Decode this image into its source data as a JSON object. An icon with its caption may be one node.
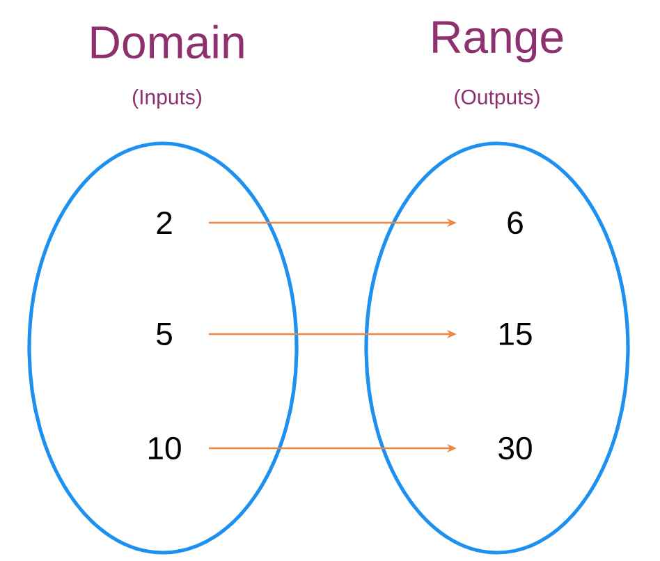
{
  "diagram": {
    "nodes": [
      {
        "text": [
          "Domain",
          "(Inputs)"
        ]
      },
      {
        "text": [
          "Range",
          "(Outputs)"
        ]
      },
      {
        "text": [
          "2"
        ],
        "in": 0
      },
      {
        "text": [
          "5"
        ],
        "in": 0
      },
      {
        "text": [
          "10"
        ],
        "in": 0
      },
      {
        "text": [
          "6"
        ],
        "in": 1
      },
      {
        "text": [
          "15"
        ],
        "in": 1
      },
      {
        "text": [
          "30"
        ],
        "in": 1
      }
    ],
    "edges": [
      {
        "from": 2,
        "to": 5,
        "arrow": "to"
      },
      {
        "from": 3,
        "to": 6,
        "arrow": "to"
      },
      {
        "from": 4,
        "to": 7,
        "arrow": "to"
      }
    ]
  }
}
